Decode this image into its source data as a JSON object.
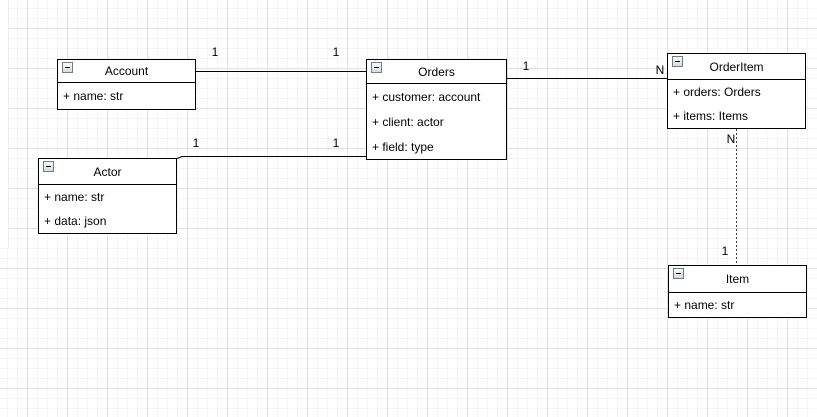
{
  "diagram": {
    "type": "uml-class-diagram",
    "classes": [
      {
        "name": "Account",
        "attributes": [
          "+ name: str"
        ]
      },
      {
        "name": "Orders",
        "attributes": [
          "+ customer: account",
          "+ client: actor",
          "+ field: type"
        ]
      },
      {
        "name": "OrderItem",
        "attributes": [
          "+ orders: Orders",
          "+ items: Items"
        ]
      },
      {
        "name": "Actor",
        "attributes": [
          "+ name: str",
          "+ data: json"
        ]
      },
      {
        "name": "Item",
        "attributes": [
          "+ name: str"
        ]
      }
    ],
    "connections": [
      {
        "from": "Account",
        "to": "Orders",
        "style": "solid",
        "source_label": "1",
        "target_label": "1"
      },
      {
        "from": "Actor",
        "to": "Orders",
        "style": "solid",
        "source_label": "1",
        "target_label": "1"
      },
      {
        "from": "Orders",
        "to": "OrderItem",
        "style": "solid",
        "source_label": "1",
        "target_label": "N"
      },
      {
        "from": "OrderItem",
        "to": "Item",
        "style": "dashed",
        "source_label": "N",
        "target_label": "1"
      }
    ],
    "colors": {
      "box_border": "#000000",
      "box_fill": "#ffffff",
      "text": "#000000",
      "grid_minor": "#f5f5f6",
      "grid_major": "#e0e0e0",
      "edge": "#000000",
      "edge_dashed": "#3a3a3a"
    }
  }
}
